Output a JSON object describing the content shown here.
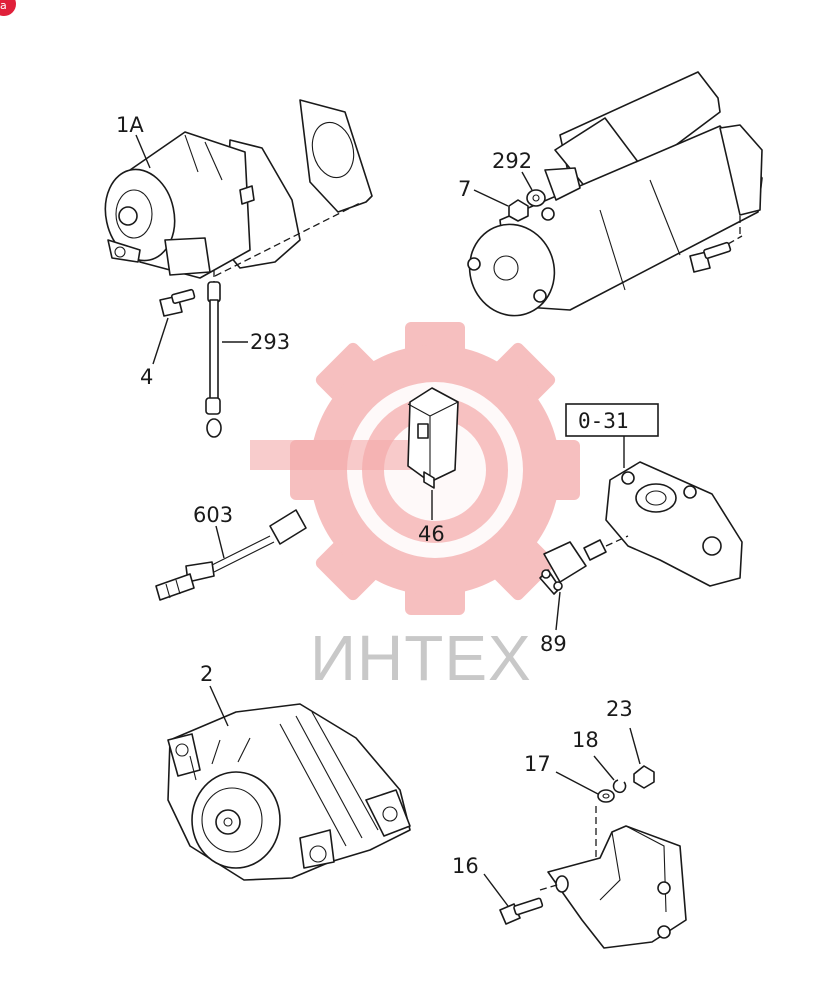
{
  "watermark": {
    "text": "ИНТЕХ",
    "gear_color": "#f4aaaa",
    "text_color": "#c8c8c8"
  },
  "corner_badge": {
    "text": "a",
    "color": "#e0203a"
  },
  "callouts": {
    "starter_1a": "1A",
    "bolt_4": "4",
    "cable_293": "293",
    "washer_292": "292",
    "nut_7": "7",
    "relay_46": "46",
    "group_ref": "0-31",
    "sensor_603": "603",
    "switch_89": "89",
    "alternator_2": "2",
    "nut_23": "23",
    "washer_18": "18",
    "washer_17": "17",
    "bolt_16": "16"
  }
}
